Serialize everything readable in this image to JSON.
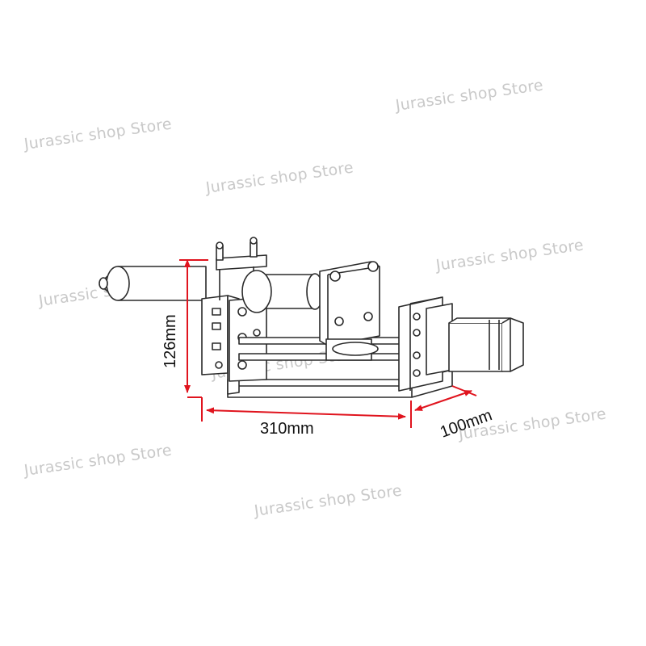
{
  "watermark": {
    "text": "Jurassic shop Store"
  },
  "dimensions": {
    "height": "126mm",
    "length": "310mm",
    "depth": "100mm"
  },
  "colors": {
    "dimension_arrow": "#e0141e",
    "line_art": "#2a2a2a",
    "watermark": "#c9c9c9"
  }
}
